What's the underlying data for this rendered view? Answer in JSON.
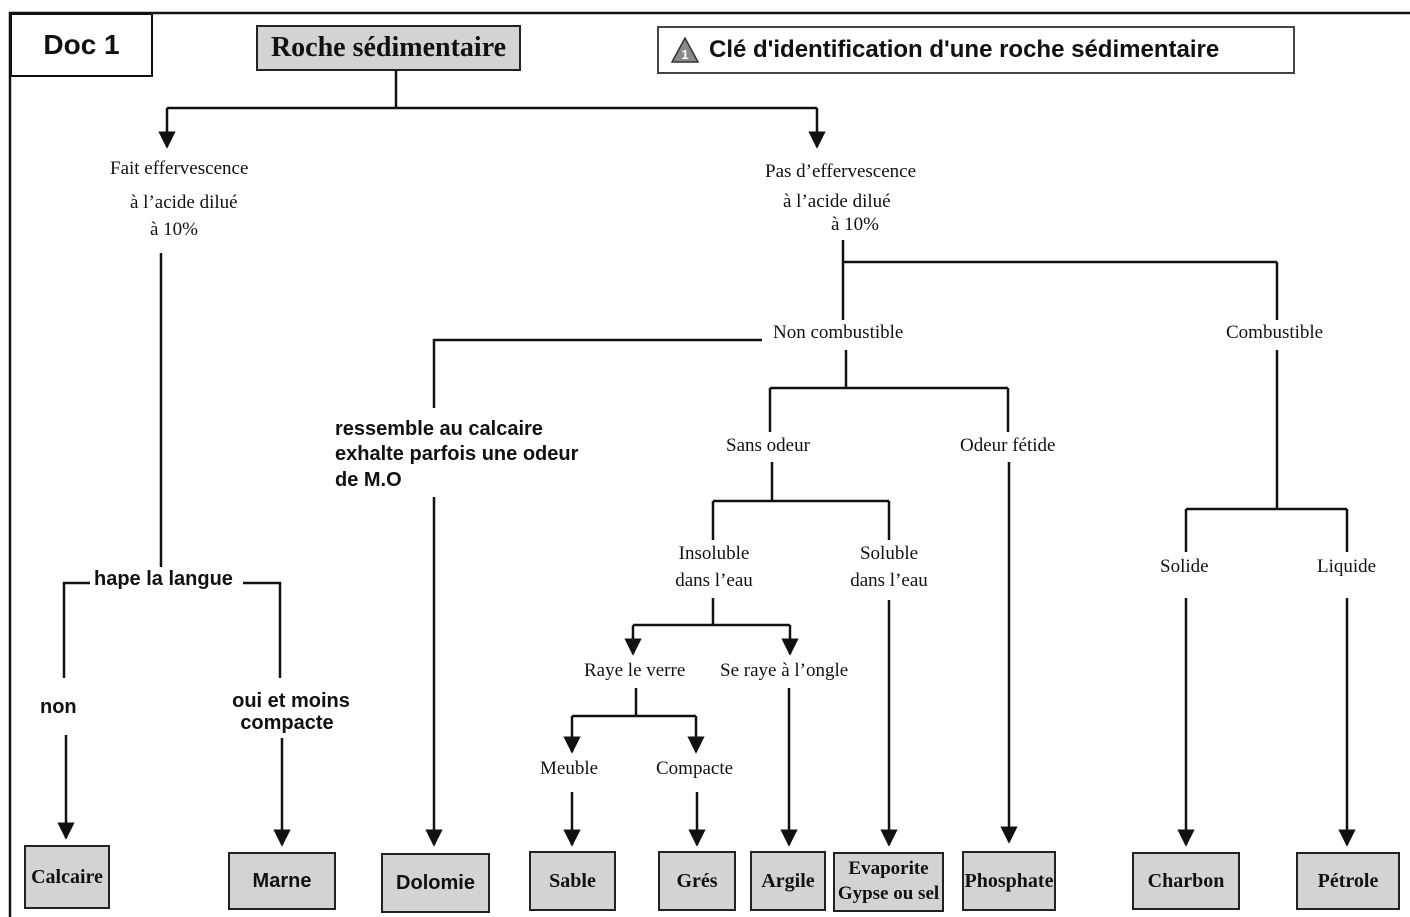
{
  "doc_label": "Doc 1",
  "root": "Roche sédimentaire",
  "key_title": {
    "icon": "warning-triangle-icon",
    "number": "1",
    "text": "Clé d'identification d'une roche sédimentaire"
  },
  "branches": {
    "effervescence": [
      "Fait effervescence",
      "à l’acide dilué",
      "à 10%"
    ],
    "no_effervescence": [
      "Pas d’effervescence",
      "à l’acide dilué",
      "à 10%"
    ],
    "hape": "hape la langue",
    "non": "non",
    "oui": [
      "oui et moins",
      "compacte"
    ],
    "non_combustible": "Non combustible",
    "combustible": "Combustible",
    "dolomie_hint": [
      "ressemble au calcaire",
      "exhalte parfois une odeur",
      "de M.O"
    ],
    "sans_odeur": "Sans odeur",
    "odeur_fetide": "Odeur fétide",
    "insoluble": [
      "Insoluble",
      "dans l’eau"
    ],
    "soluble": [
      "Soluble",
      "dans l’eau"
    ],
    "raye_verre": "Raye le verre",
    "se_raye": "Se raye à l’ongle",
    "meuble": "Meuble",
    "compacte": "Compacte",
    "solide": "Solide",
    "liquide": "Liquide"
  },
  "rocks": {
    "calcaire": "Calcaire",
    "marne": "Marne",
    "dolomie": "Dolomie",
    "sable": "Sable",
    "gres": "Grés",
    "argile": "Argile",
    "evaporite": [
      "Evaporite",
      "Gypse ou sel"
    ],
    "phosphate": "Phosphate",
    "charbon": "Charbon",
    "petrole": "Pétrole"
  }
}
